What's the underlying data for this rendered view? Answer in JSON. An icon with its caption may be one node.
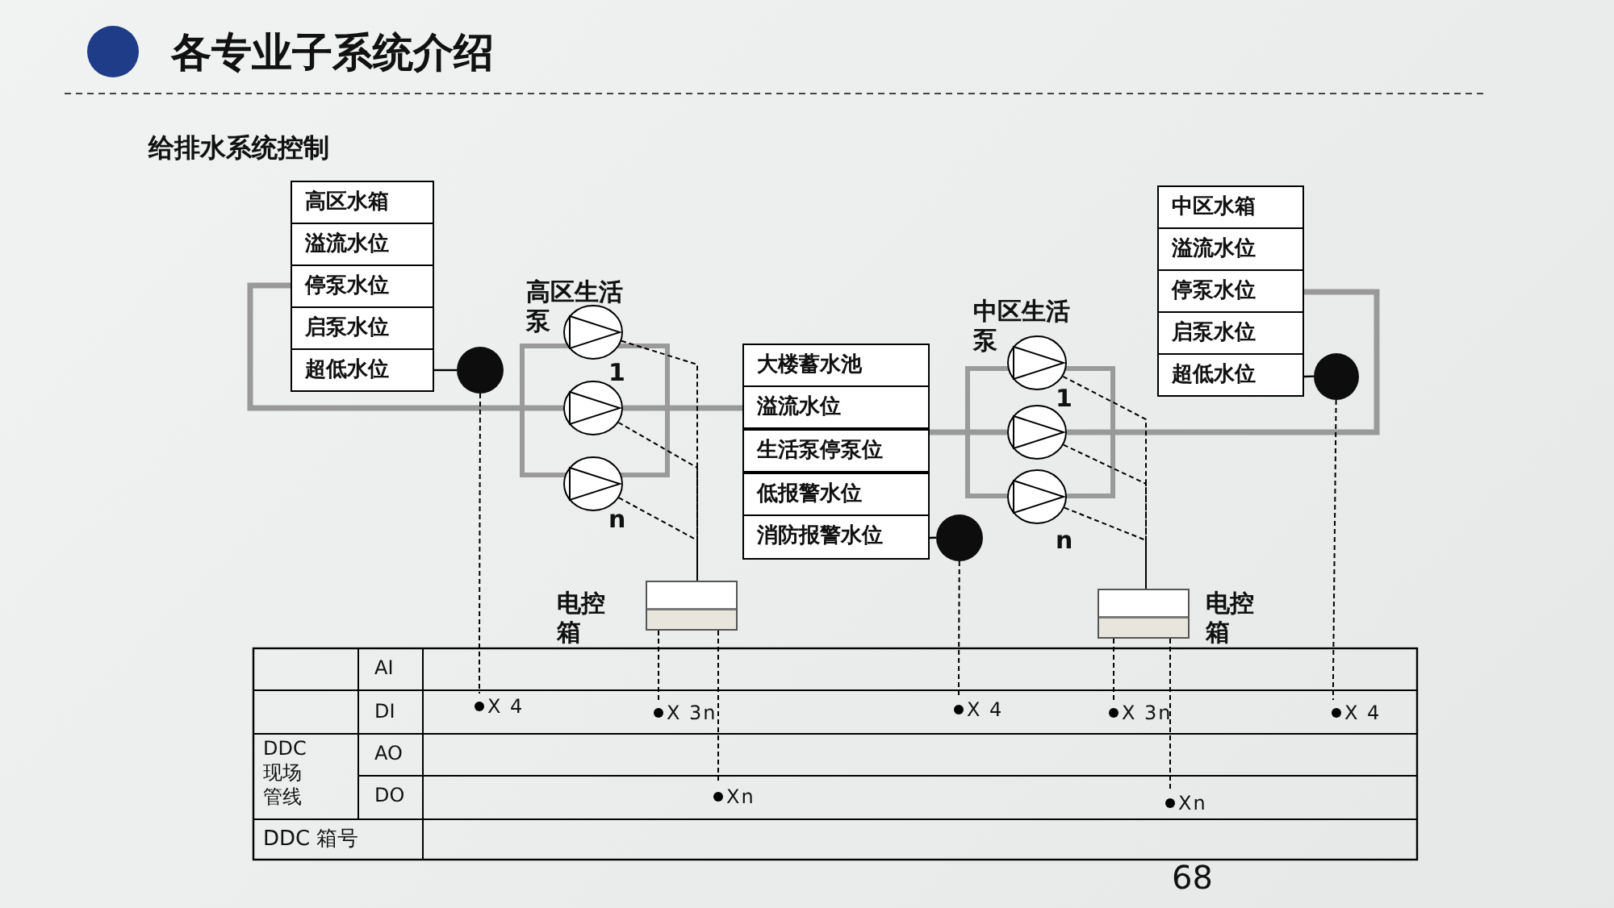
{
  "diagram": {
    "title": "各专业子系统介绍",
    "nodes": [
      {
        "text": [
          "高区水箱"
        ]
      },
      {
        "text": [
          "溢流水位"
        ]
      },
      {
        "text": [
          "停泵水位"
        ]
      },
      {
        "text": [
          "启泵水位"
        ]
      },
      {
        "text": [
          "超低水位"
        ]
      },
      {
        "text": [],
        "shape": "circle"
      },
      {
        "text": [],
        "shape": "circle"
      },
      {
        "text": [],
        "shape": "circle"
      },
      {
        "text": [],
        "shape": "circle"
      },
      {
        "text": [
          "大楼蓄水池"
        ]
      },
      {
        "text": [
          "溢流水位"
        ]
      },
      {
        "text": [
          "生活泵停泵位"
        ]
      },
      {
        "text": [
          "低报警水位"
        ]
      },
      {
        "text": [
          "消防报警水位"
        ]
      },
      {
        "text": [],
        "shape": "circle"
      },
      {
        "text": [],
        "shape": "circle"
      },
      {
        "text": [],
        "shape": "circle"
      },
      {
        "text": [],
        "shape": "circle"
      },
      {
        "text": [
          "中区水箱"
        ]
      },
      {
        "text": [
          "溢流水位"
        ]
      },
      {
        "text": [
          "停泵水位"
        ]
      },
      {
        "text": [
          "启泵水位"
        ]
      },
      {
        "text": [
          "超低水位"
        ]
      },
      {
        "text": [],
        "shape": "circle"
      },
      {
        "text": [
          "电控箱"
        ]
      },
      {
        "text": [
          "电控箱"
        ]
      },
      {
        "text": [
          "X 4"
        ]
      },
      {
        "text": [
          "X 3n"
        ]
      },
      {
        "text": [
          "Xn"
        ]
      },
      {
        "text": [
          "X 4"
        ]
      },
      {
        "text": [
          "X 3n"
        ]
      },
      {
        "text": [
          "Xn"
        ]
      },
      {
        "text": [
          "X 4"
        ]
      }
    ],
    "edges": [
      {
        "from": 2,
        "to": 7,
        "arrow": "none",
        "style": "thick",
        "color": "#999999"
      },
      {
        "from": 7,
        "to": 10,
        "arrow": "none",
        "style": "thick",
        "color": "#999999"
      },
      {
        "from": 11,
        "to": 16,
        "arrow": "none",
        "style": "thick",
        "color": "#999999"
      },
      {
        "from": 16,
        "to": 20,
        "arrow": "none",
        "style": "thick",
        "color": "#999999"
      },
      {
        "from": 4,
        "to": 5,
        "arrow": "none"
      },
      {
        "from": 13,
        "to": 14,
        "arrow": "none"
      },
      {
        "from": 22,
        "to": 23,
        "arrow": "none"
      },
      {
        "from": 5,
        "to": 26,
        "arrow": "none",
        "style": "dashed"
      },
      {
        "from": 6,
        "to": 24,
        "arrow": "none",
        "style": "dashed"
      },
      {
        "from": 7,
        "to": 24,
        "arrow": "none",
        "style": "dashed"
      },
      {
        "from": 8,
        "to": 24,
        "arrow": "none",
        "style": "dashed"
      },
      {
        "from": 24,
        "to": 27,
        "arrow": "none",
        "style": "dashed"
      },
      {
        "from": 24,
        "to": 28,
        "arrow": "none",
        "style": "dashed"
      },
      {
        "from": 14,
        "to": 29,
        "arrow": "none",
        "style": "dashed"
      },
      {
        "from": 15,
        "to": 25,
        "arrow": "none",
        "style": "dashed"
      },
      {
        "from": 16,
        "to": 25,
        "arrow": "none",
        "style": "dashed"
      },
      {
        "from": 17,
        "to": 25,
        "arrow": "none",
        "style": "dashed"
      },
      {
        "from": 25,
        "to": 30,
        "arrow": "none",
        "style": "dashed"
      },
      {
        "from": 25,
        "to": 31,
        "arrow": "none",
        "style": "dashed"
      },
      {
        "from": 23,
        "to": 32,
        "arrow": "none",
        "style": "dashed"
      }
    ],
    "labels": [
      "给排水系统控制",
      "高区生活泵",
      "1",
      "n",
      "中区生活泵",
      "1",
      "n",
      "AI",
      "DI",
      "DDC 现场管线",
      "AO",
      "DO",
      "DDC 箱号",
      "68"
    ]
  }
}
